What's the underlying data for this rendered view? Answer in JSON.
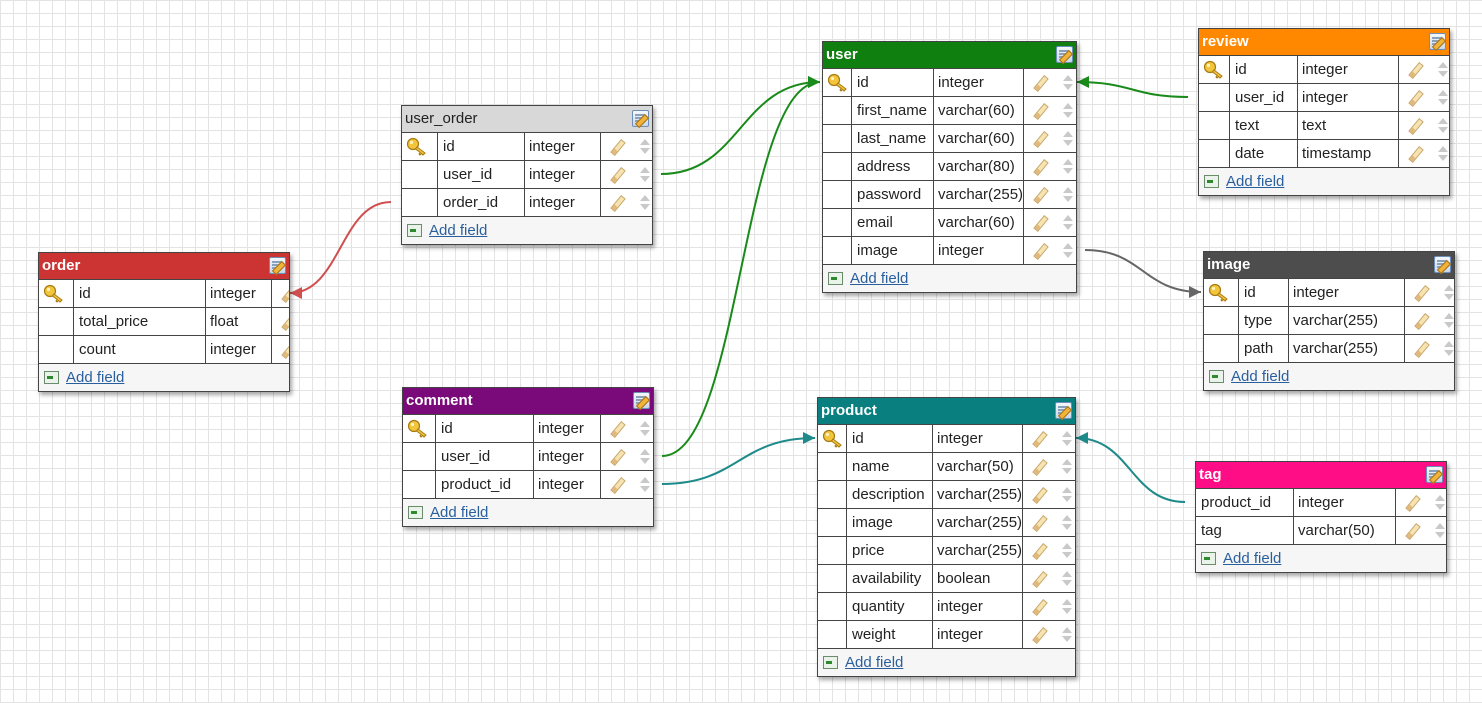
{
  "tables": [
    {
      "id": "order",
      "name": "order",
      "color": "#cc3333",
      "add_label": "Add field",
      "fields": [
        {
          "pk": true,
          "name": "id",
          "type": "integer"
        },
        {
          "pk": false,
          "name": "total_price",
          "type": "float"
        },
        {
          "pk": false,
          "name": "count",
          "type": "integer"
        }
      ]
    },
    {
      "id": "user_order",
      "name": "user_order",
      "color": "#d8d8d8",
      "add_label": "Add field",
      "fields": [
        {
          "pk": true,
          "name": "id",
          "type": "integer"
        },
        {
          "pk": false,
          "name": "user_id",
          "type": "integer"
        },
        {
          "pk": false,
          "name": "order_id",
          "type": "integer"
        }
      ]
    },
    {
      "id": "comment",
      "name": "comment",
      "color": "#7a0a7a",
      "add_label": "Add field",
      "fields": [
        {
          "pk": true,
          "name": "id",
          "type": "integer"
        },
        {
          "pk": false,
          "name": "user_id",
          "type": "integer"
        },
        {
          "pk": false,
          "name": "product_id",
          "type": "integer"
        }
      ]
    },
    {
      "id": "user",
      "name": "user",
      "color": "#0f7f0f",
      "add_label": "Add field",
      "fields": [
        {
          "pk": true,
          "name": "id",
          "type": "integer"
        },
        {
          "pk": false,
          "name": "first_name",
          "type": "varchar(60)"
        },
        {
          "pk": false,
          "name": "last_name",
          "type": "varchar(60)"
        },
        {
          "pk": false,
          "name": "address",
          "type": "varchar(80)"
        },
        {
          "pk": false,
          "name": "password",
          "type": "varchar(255)"
        },
        {
          "pk": false,
          "name": "email",
          "type": "varchar(60)"
        },
        {
          "pk": false,
          "name": "image",
          "type": "integer"
        }
      ]
    },
    {
      "id": "product",
      "name": "product",
      "color": "#0a7f7f",
      "add_label": "Add field",
      "fields": [
        {
          "pk": true,
          "name": "id",
          "type": "integer"
        },
        {
          "pk": false,
          "name": "name",
          "type": "varchar(50)"
        },
        {
          "pk": false,
          "name": "description",
          "type": "varchar(255)"
        },
        {
          "pk": false,
          "name": "image",
          "type": "varchar(255)"
        },
        {
          "pk": false,
          "name": "price",
          "type": "varchar(255)"
        },
        {
          "pk": false,
          "name": "availability",
          "type": "boolean"
        },
        {
          "pk": false,
          "name": "quantity",
          "type": "integer"
        },
        {
          "pk": false,
          "name": "weight",
          "type": "integer"
        }
      ]
    },
    {
      "id": "review",
      "name": "review",
      "color": "#ff8800",
      "add_label": "Add field",
      "fields": [
        {
          "pk": true,
          "name": "id",
          "type": "integer"
        },
        {
          "pk": false,
          "name": "user_id",
          "type": "integer"
        },
        {
          "pk": false,
          "name": "text",
          "type": "text"
        },
        {
          "pk": false,
          "name": "date",
          "type": "timestamp"
        }
      ]
    },
    {
      "id": "image",
      "name": "image",
      "color": "#4d4d4d",
      "add_label": "Add field",
      "fields": [
        {
          "pk": true,
          "name": "id",
          "type": "integer"
        },
        {
          "pk": false,
          "name": "type",
          "type": "varchar(255)"
        },
        {
          "pk": false,
          "name": "path",
          "type": "varchar(255)"
        }
      ]
    },
    {
      "id": "tag",
      "name": "tag",
      "color": "#ff0d87",
      "add_label": "Add field",
      "fields": [
        {
          "pk": false,
          "name": "product_id",
          "type": "integer"
        },
        {
          "pk": false,
          "name": "tag",
          "type": "varchar(50)"
        }
      ]
    }
  ],
  "relations": [
    {
      "from": "user_order.user_id",
      "to": "user.id",
      "color": "#1a8a1a"
    },
    {
      "from": "user_order.order_id",
      "to": "order.id",
      "color": "#d05050"
    },
    {
      "from": "comment.user_id",
      "to": "user.id",
      "color": "#1a8a1a"
    },
    {
      "from": "comment.product_id",
      "to": "product.id",
      "color": "#1f8a8a"
    },
    {
      "from": "review.user_id",
      "to": "user.id",
      "color": "#1a8a1a"
    },
    {
      "from": "user.image",
      "to": "image.id",
      "color": "#666666"
    },
    {
      "from": "tag.product_id",
      "to": "product.id",
      "color": "#1f8a8a"
    }
  ]
}
